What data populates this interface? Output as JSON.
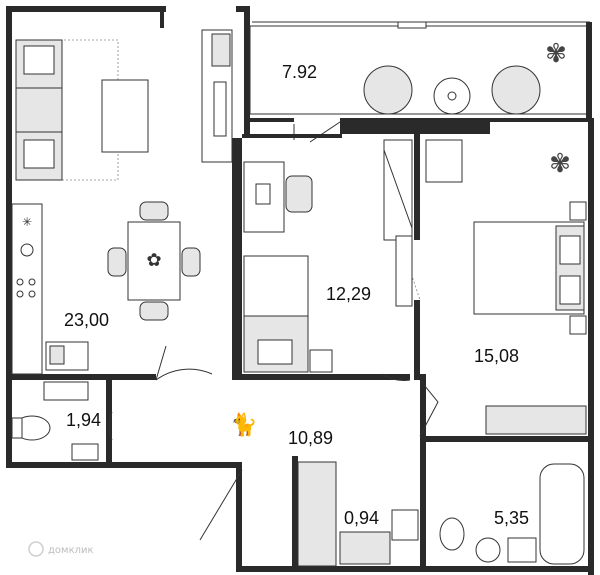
{
  "rooms": {
    "balcony": {
      "area": "7.92"
    },
    "office": {
      "area": "12,29"
    },
    "living_kitchen": {
      "area": "23,00"
    },
    "bedroom": {
      "area": "15,08"
    },
    "wc": {
      "area": "1,94"
    },
    "hall": {
      "area": "10,89"
    },
    "closet": {
      "area": "0,94"
    },
    "bathroom": {
      "area": "5,35"
    }
  },
  "watermark": {
    "text": "домклик"
  },
  "colors": {
    "wall": "#2a2a2a",
    "furniture_fill": "#e6e6e6",
    "line": "#333333"
  }
}
